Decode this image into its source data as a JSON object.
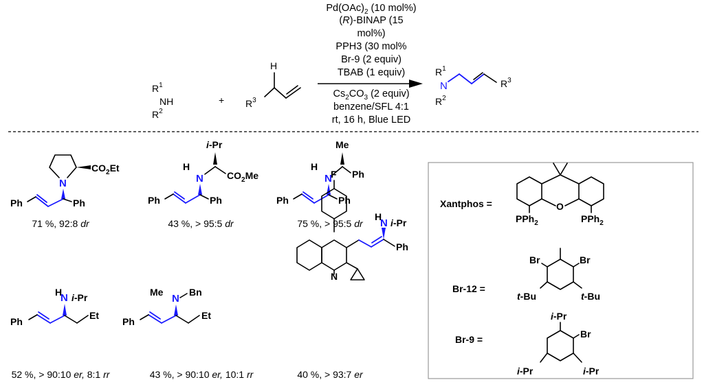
{
  "reaction": {
    "amine": {
      "r1": "R",
      "r1_sup": "1",
      "nh": "NH",
      "r2": "R",
      "r2_sup": "2"
    },
    "plus": "+",
    "alkene": {
      "h": "H",
      "r3": "R",
      "r3_sup": "3"
    },
    "conditions_above": [
      {
        "a": "Pd(OAc)",
        "sub": "2",
        "b": " (10 mol%)"
      },
      {
        "a": "(",
        "it": "R",
        "b": ")-BINAP (15"
      },
      {
        "a": "mol%)"
      },
      {
        "a": "PPH3 (30 mol%"
      },
      {
        "a": "Br-9 (2 equiv)"
      },
      {
        "a": "TBAB (1 equiv)"
      }
    ],
    "conditions_below": [
      {
        "a": "Cs",
        "sub": "2",
        "b": "CO",
        "sub2": "3",
        "c": " (2 equiv)"
      },
      {
        "a": "benzene/SFL 4:1"
      },
      {
        "a": "rt, 16 h, Blue LED"
      }
    ],
    "product": {
      "r1": "R",
      "r1_sup": "1",
      "n": "N",
      "r2": "R",
      "r2_sup": "2",
      "r3": "R",
      "r3_sup": "3"
    }
  },
  "examples": [
    {
      "labels": {
        "ph_left": "Ph",
        "ph_right": "Ph",
        "n": "N",
        "ester_a": "CO",
        "ester_sub": "2",
        "ester_b": "Et"
      },
      "caption": {
        "a": "71 %, 92:8 ",
        "it": "dr"
      }
    },
    {
      "labels": {
        "ph_left": "Ph",
        "ph_right": "Ph",
        "n": "N",
        "h": "H",
        "ipr_i": "i",
        "ipr": "-Pr",
        "ester_a": "CO",
        "ester_sub": "2",
        "ester_b": "Me"
      },
      "caption": {
        "a": "43 %, > 95:5 ",
        "it": "dr"
      }
    },
    {
      "labels": {
        "ph_left": "Ph",
        "ph_right": "Ph",
        "n": "N",
        "h": "H",
        "me": "Me",
        "ph_sub": "Ph"
      },
      "caption": {
        "a": "75 %, > 95:5 ",
        "it": "dr"
      }
    },
    {
      "labels": {
        "ph_left": "Ph",
        "n": "N",
        "h": "H",
        "ipr_i": "i",
        "ipr": "-Pr",
        "et": "Et"
      },
      "caption": {
        "a": "52 %, > 90:10 ",
        "it": "er,",
        "b": " 8:1 ",
        "it2": "rr"
      }
    },
    {
      "labels": {
        "ph_left": "Ph",
        "n": "N",
        "me": "Me",
        "bn": "Bn",
        "et": "Et"
      },
      "caption": {
        "a": "43 %, > 90:10 ",
        "it": "er,",
        "b": " 10:1 ",
        "it2": "rr"
      }
    },
    {
      "labels": {
        "f": "F",
        "nq": "N",
        "n": "N",
        "h": "H",
        "ipr_i": "i",
        "ipr": "-Pr",
        "ph_right": "Ph"
      },
      "caption": {
        "a": "40 %, > 93:7 ",
        "it": "er"
      }
    }
  ],
  "reagents_box": {
    "xantphos": {
      "label": "Xantphos =",
      "o": "O",
      "pph2_a": "PPh",
      "pph2_sub": "2"
    },
    "br12": {
      "label": "Br-12 =",
      "br": "Br",
      "tbu_t": "t",
      "tbu": "-Bu"
    },
    "br9": {
      "label": "Br-9 =",
      "br": "Br",
      "ipr_i": "i",
      "ipr": "-Pr"
    }
  },
  "colors": {
    "highlight": "#1a1aff"
  }
}
